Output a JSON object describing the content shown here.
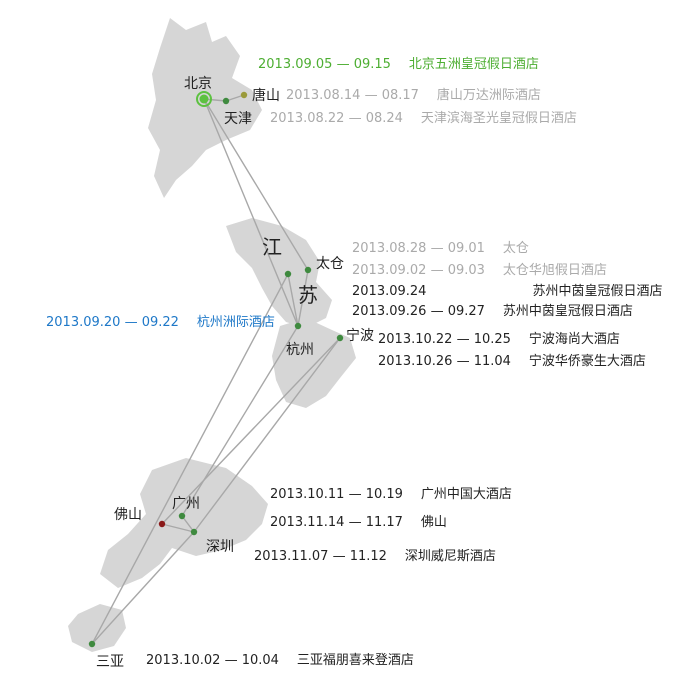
{
  "colors": {
    "land": "#d6d6d6",
    "route": "#a8a8a8",
    "node": "#3f8a3f",
    "beijing": "#5cc140",
    "tangshan_dot": "#9a9a3a",
    "foshan_dot": "#8b1a1a",
    "text_dark": "#222222",
    "text_gray": "#aaaaaa",
    "text_green": "#4dae32",
    "text_blue": "#1e78c8"
  },
  "regions": {
    "province_name_line1": "江",
    "province_name_line2": "苏"
  },
  "cities": {
    "beijing": "北京",
    "tangshan": "唐山",
    "tianjin": "天津",
    "taicang": "太仓",
    "hangzhou": "杭州",
    "ningbo": "宁波",
    "guangzhou": "广州",
    "foshan": "佛山",
    "shenzhen": "深圳",
    "sanya": "三亚"
  },
  "stays": [
    {
      "dates": "2013.09.05 — 09.15",
      "hotel": "北京五洲皇冠假日酒店"
    },
    {
      "dates": "2013.08.14 — 08.17",
      "hotel": "唐山万达洲际酒店"
    },
    {
      "dates": "2013.08.22 — 08.24",
      "hotel": "天津滨海圣光皇冠假日酒店"
    },
    {
      "dates": "2013.08.28 — 09.01",
      "hotel": "太仓"
    },
    {
      "dates": "2013.09.02 — 09.03",
      "hotel": "太仓华旭假日酒店"
    },
    {
      "dates": "2013.09.24",
      "hotel": "苏州中茵皇冠假日酒店"
    },
    {
      "dates": "2013.09.26 — 09.27",
      "hotel": "苏州中茵皇冠假日酒店"
    },
    {
      "dates": "2013.09.20 — 09.22",
      "hotel": "杭州洲际酒店"
    },
    {
      "dates": "2013.10.22 — 10.25",
      "hotel": "宁波海尚大酒店"
    },
    {
      "dates": "2013.10.26 — 11.04",
      "hotel": "宁波华侨豪生大酒店"
    },
    {
      "dates": "2013.10.11 — 10.19",
      "hotel": "广州中国大酒店"
    },
    {
      "dates": "2013.11.14 — 11.17",
      "hotel": "佛山"
    },
    {
      "dates": "2013.11.07 — 11.12",
      "hotel": "深圳威尼斯酒店"
    },
    {
      "dates": "2013.10.02 — 10.04",
      "hotel": "三亚福朋喜来登酒店"
    }
  ]
}
